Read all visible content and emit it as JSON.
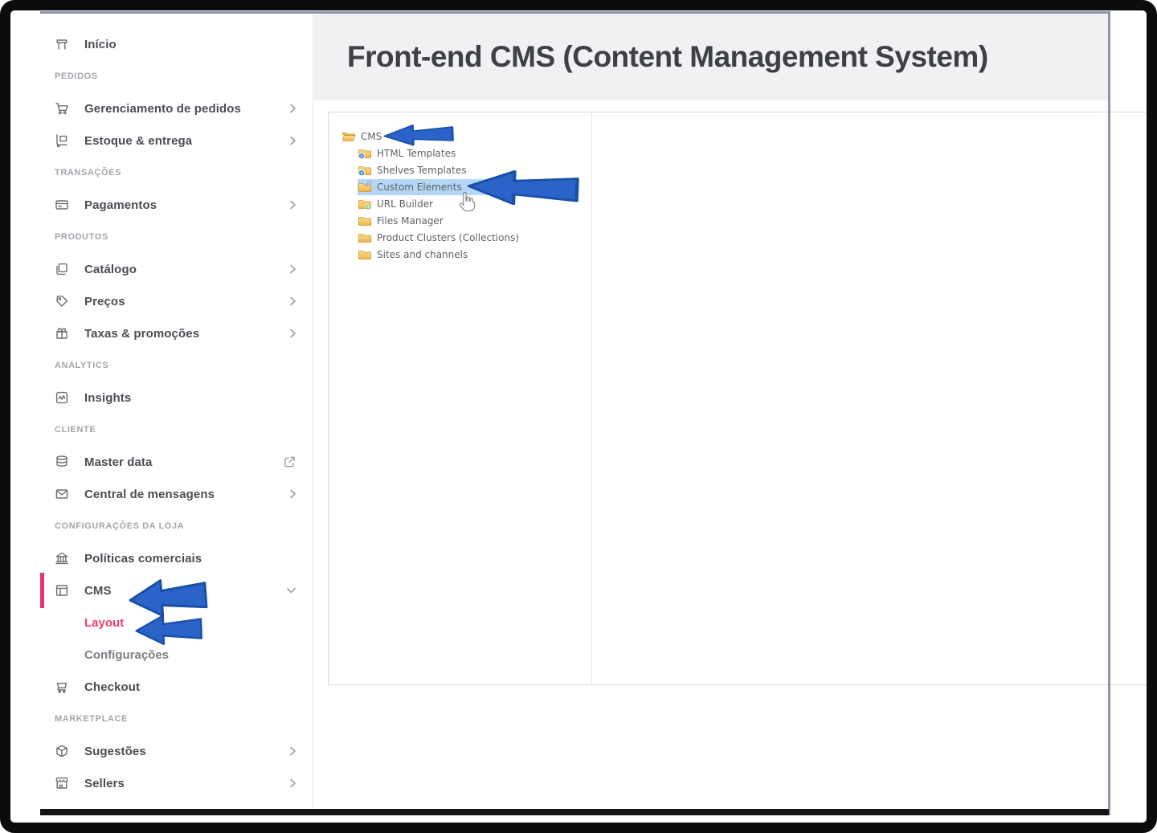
{
  "header": {
    "title": "Front-end CMS (Content Management System)"
  },
  "sidebar": {
    "items": [
      {
        "type": "item",
        "label": "Início",
        "icon": "store-icon"
      },
      {
        "type": "section",
        "label": "PEDIDOS"
      },
      {
        "type": "item",
        "label": "Gerenciamento de pedidos",
        "icon": "cart-icon",
        "trailing": "chevron-right-icon"
      },
      {
        "type": "item",
        "label": "Estoque & entrega",
        "icon": "dolly-icon",
        "trailing": "chevron-right-icon"
      },
      {
        "type": "section",
        "label": "TRANSAÇÕES"
      },
      {
        "type": "item",
        "label": "Pagamentos",
        "icon": "credit-card-icon",
        "trailing": "chevron-right-icon"
      },
      {
        "type": "section",
        "label": "PRODUTOS"
      },
      {
        "type": "item",
        "label": "Catálogo",
        "icon": "catalog-icon",
        "trailing": "chevron-right-icon"
      },
      {
        "type": "item",
        "label": "Preços",
        "icon": "tag-icon",
        "trailing": "chevron-right-icon"
      },
      {
        "type": "item",
        "label": "Taxas & promoções",
        "icon": "gift-icon",
        "trailing": "chevron-right-icon"
      },
      {
        "type": "section",
        "label": "ANALYTICS"
      },
      {
        "type": "item",
        "label": "Insights",
        "icon": "insights-icon"
      },
      {
        "type": "section",
        "label": "CLIENTE"
      },
      {
        "type": "item",
        "label": "Master data",
        "icon": "database-icon",
        "trailing": "external-link-icon"
      },
      {
        "type": "item",
        "label": "Central de mensagens",
        "icon": "mail-icon",
        "trailing": "chevron-right-icon"
      },
      {
        "type": "section",
        "label": "CONFIGURAÇÕES DA LOJA"
      },
      {
        "type": "item",
        "label": "Políticas comerciais",
        "icon": "bank-icon"
      },
      {
        "type": "item",
        "label": "CMS",
        "icon": "cms-layout-icon",
        "trailing": "chevron-down-icon",
        "active": true
      },
      {
        "type": "subitem",
        "label": "Layout",
        "highlight": true
      },
      {
        "type": "subitem",
        "label": "Configurações"
      },
      {
        "type": "item",
        "label": "Checkout",
        "icon": "checkout-cart-icon"
      },
      {
        "type": "section",
        "label": "MARKETPLACE"
      },
      {
        "type": "item",
        "label": "Sugestões",
        "icon": "cube-icon",
        "trailing": "chevron-right-icon"
      },
      {
        "type": "item",
        "label": "Sellers",
        "icon": "shop-icon",
        "trailing": "chevron-right-icon"
      }
    ]
  },
  "tree": {
    "items": [
      {
        "label": "CMS",
        "icon": "folder-open-icon",
        "level": 0
      },
      {
        "label": "HTML Templates",
        "icon": "folder-template-icon",
        "level": 1
      },
      {
        "label": "Shelves Templates",
        "icon": "folder-template-icon",
        "level": 1
      },
      {
        "label": "Custom Elements",
        "icon": "folder-edit-icon",
        "level": 1,
        "selected": true
      },
      {
        "label": "URL Builder",
        "icon": "folder-add-icon",
        "level": 1
      },
      {
        "label": "Files Manager",
        "icon": "folder-icon",
        "level": 1
      },
      {
        "label": "Product Clusters (Collections)",
        "icon": "folder-icon",
        "level": 1
      },
      {
        "label": "Sites and channels",
        "icon": "folder-icon",
        "level": 1
      }
    ]
  },
  "annotations": {
    "arrows": [
      {
        "target": "tree-item-cms"
      },
      {
        "target": "tree-item-custom-elements"
      },
      {
        "target": "sidebar-item-cms"
      },
      {
        "target": "sidebar-subitem-layout"
      }
    ],
    "cursor_over": "tree-item-custom-elements"
  },
  "colors": {
    "accent_pink": "#f03e6b",
    "active_bar": "#e8356b",
    "arrow_blue": "#2a64c9",
    "selection_blue": "#b3d6f4",
    "header_band": "#f1f1f4"
  }
}
